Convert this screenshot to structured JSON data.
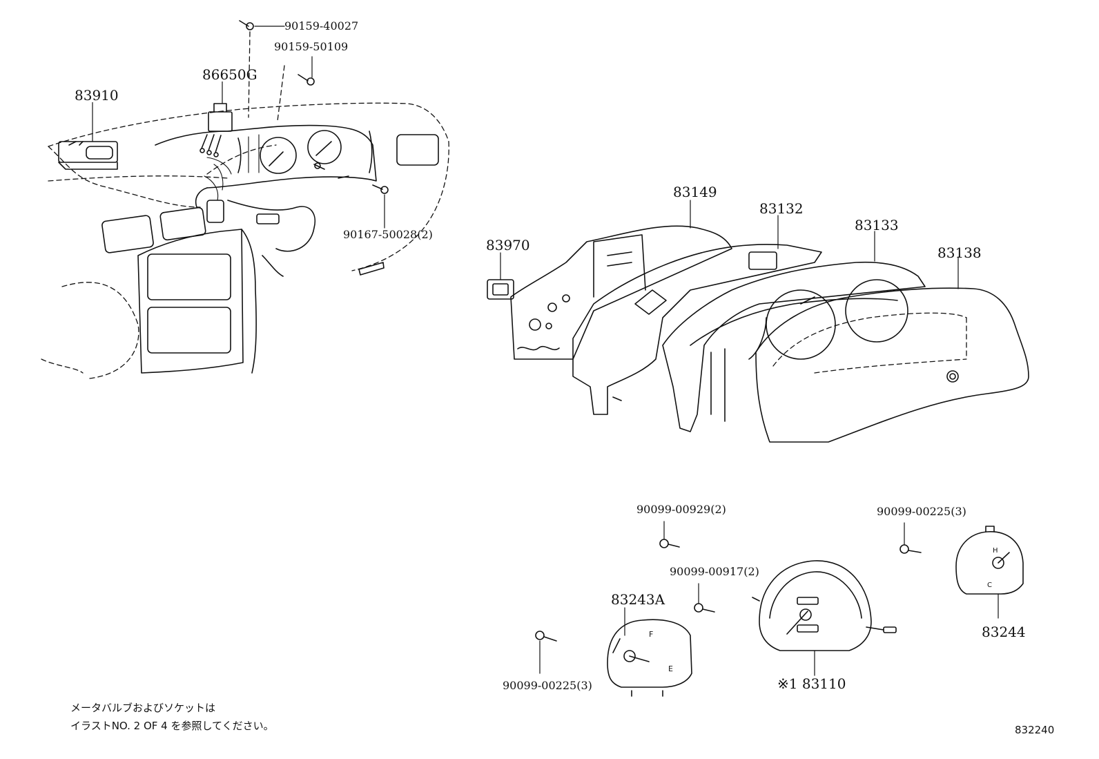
{
  "labels": {
    "p90159_40027": "90159-40027",
    "p90159_50109": "90159-50109",
    "p86650G": "86650G",
    "p83910": "83910",
    "p90167_50028": "90167-50028(2)",
    "p83149": "83149",
    "p83132": "83132",
    "p83133": "83133",
    "p83138": "83138",
    "p83970": "83970",
    "p90099_00929": "90099-00929(2)",
    "p90099_00225_right": "90099-00225(3)",
    "p90099_00917": "90099-00917(2)",
    "p83243A": "83243A",
    "p83244": "83244",
    "p83110": "※1 83110",
    "p90099_00225_left": "90099-00225(3)"
  },
  "notes": {
    "line1": "メータバルブおよびソケットは",
    "line2": "イラストNO. 2  OF  4  を参照してください。"
  },
  "figure_id": "832240"
}
